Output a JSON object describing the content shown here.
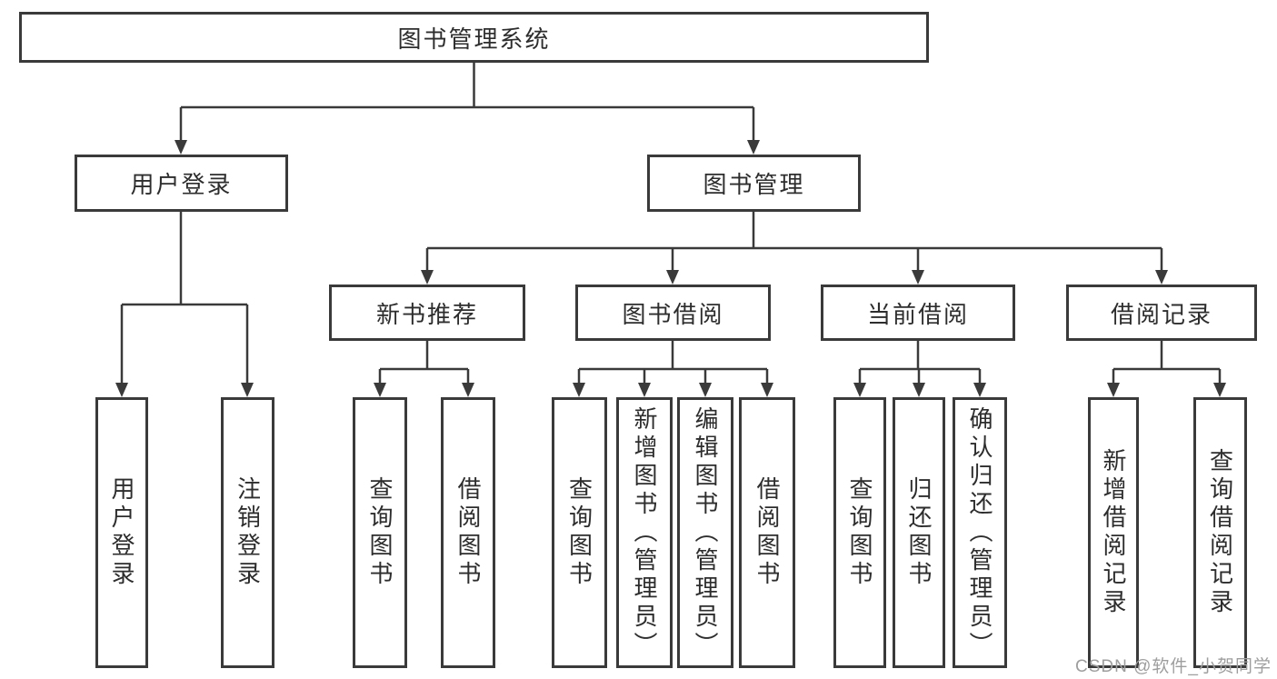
{
  "colors": {
    "line": "#3a3a3a",
    "text": "#2d2d2d",
    "watermark": "#9e9e9e",
    "background": "#ffffff"
  },
  "nodes": {
    "root": "图书管理系统",
    "user_login": "用户登录",
    "book_management": "图书管理",
    "new_book_recommend": "新书推荐",
    "book_borrow": "图书借阅",
    "current_borrow": "当前借阅",
    "borrow_records": "借阅记录"
  },
  "leaves": {
    "user_login": [
      "用户登录",
      "注销登录"
    ],
    "new_book_recommend": [
      "查询图书",
      "借阅图书"
    ],
    "book_borrow": [
      "查询图书",
      "新增图书（管理员）",
      "编辑图书（管理员）",
      "借阅图书"
    ],
    "current_borrow": [
      "查询图书",
      "归还图书",
      "确认归还（管理员）"
    ],
    "borrow_records": [
      "新增借阅记录",
      "查询借阅记录"
    ]
  },
  "watermark": "CSDN @软件_小贺同学"
}
